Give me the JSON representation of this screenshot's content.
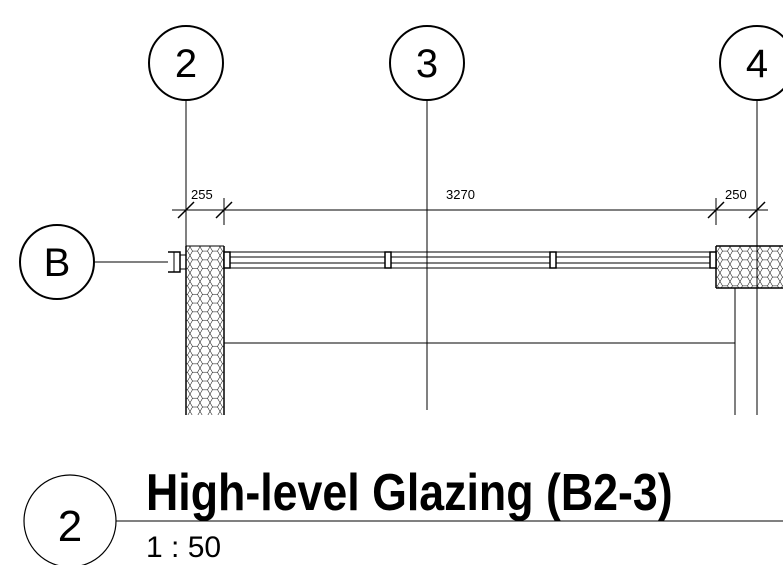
{
  "grid_labels": {
    "col_2": "2",
    "col_3": "3",
    "col_4": "4",
    "row_b": "B"
  },
  "dimensions": {
    "left": "255",
    "middle": "3270",
    "right": "250"
  },
  "view_title": {
    "number": "2",
    "title": "High-level Glazing (B2-3)",
    "scale": "1 : 50"
  }
}
